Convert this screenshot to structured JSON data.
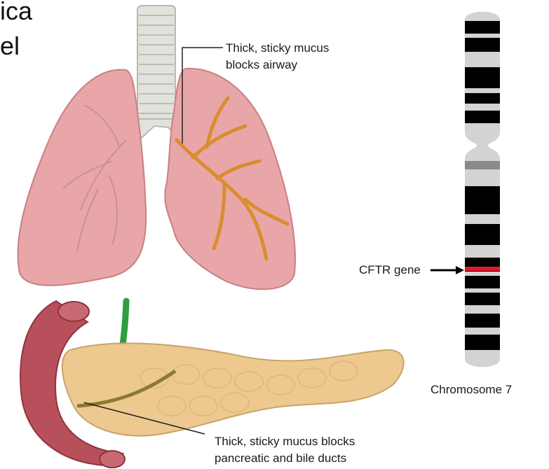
{
  "colors": {
    "lung_fill": "#e9a6a8",
    "lung_edge": "#c97f84",
    "mucus": "#d98d2e",
    "trachea": "#dcdcd6",
    "pancreas": "#edc98f",
    "duodenum": "#b8505b",
    "bile_duct": "#2f9e3f",
    "chromosome_band": "#000000",
    "chromosome_light": "#d3d3d3",
    "cftr_marker": "#e5162b"
  },
  "fragments": {
    "top_line": "ica",
    "second_line": "el"
  },
  "labels": {
    "airway_mucus_line1": "Thick, sticky mucus",
    "airway_mucus_line2": "blocks airway",
    "pancreas_mucus_line1": "Thick, sticky mucus blocks",
    "pancreas_mucus_line2": "pancreatic and bile ducts",
    "gene_label": "CFTR gene",
    "chromosome_label": "Chromosome 7"
  },
  "icons": [
    "lungs-illustration",
    "pancreas-illustration",
    "chromosome-illustration",
    "arrow-right-icon"
  ]
}
